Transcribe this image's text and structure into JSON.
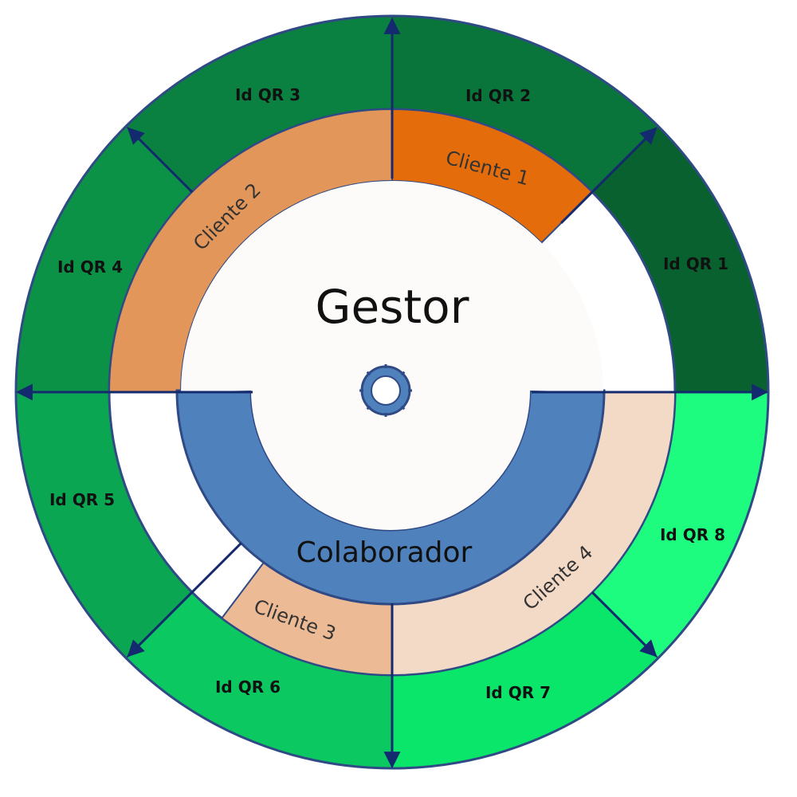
{
  "center": {
    "title": "Gestor"
  },
  "collaborator": {
    "label": "Colaborador"
  },
  "outer_segments": [
    {
      "label": "Id QR 1",
      "color": "#08612f"
    },
    {
      "label": "Id QR 2",
      "color": "#0a753b"
    },
    {
      "label": "Id QR 3",
      "color": "#0a8140"
    },
    {
      "label": "Id QR 4",
      "color": "#0b9246"
    },
    {
      "label": "Id QR 5",
      "color": "#0ba651"
    },
    {
      "label": "Id QR 6",
      "color": "#0bc860"
    },
    {
      "label": "Id QR 7",
      "color": "#0ae66a"
    },
    {
      "label": "Id QR 8",
      "color": "#1efc80"
    }
  ],
  "clients": [
    {
      "label": "Cliente 1",
      "color": "#e46c0a"
    },
    {
      "label": "Cliente 2",
      "color": "#e3965a"
    },
    {
      "label": "Cliente 3",
      "color": "#ecbb96"
    },
    {
      "label": "Cliente 4",
      "color": "#f3dac6"
    }
  ],
  "colors": {
    "collaborator": "#4f81bd",
    "center_fill": "#fdfafa",
    "outline": "#2f4a84",
    "arrow": "#142a6e"
  }
}
